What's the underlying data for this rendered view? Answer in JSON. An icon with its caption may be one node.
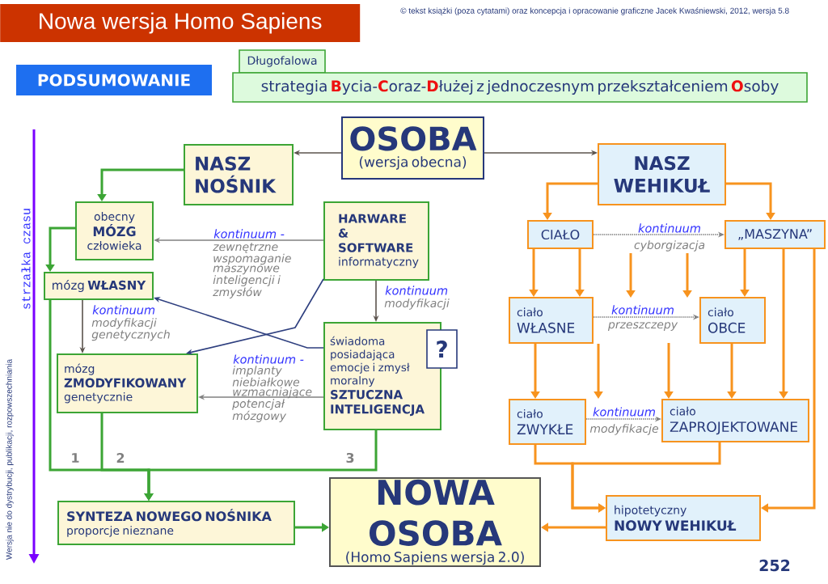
{
  "diagram": {
    "title": "Nowa wersja Homo Sapiens",
    "nodes": [
      {
        "text": [
          "PODSUMOWANIE"
        ]
      },
      {
        "text": [
          "Długofalowa"
        ]
      },
      {
        "text": [
          "strategia  **B**ycia-**C**oraz-**D**łużej  z jednoczesnym przekształceniem **O**soby"
        ]
      },
      {
        "text": [
          "OSOBA",
          "(wersja obecna)"
        ]
      },
      {
        "text": [
          "NASZ NOŚNIK"
        ]
      },
      {
        "text": [
          "NASZ WEHIKUŁ"
        ]
      },
      {
        "text": [
          "obecny",
          "MÓZG",
          "człowieka"
        ]
      },
      {
        "text": [
          "HARWARE & SOFTWARE",
          "informatyczny"
        ]
      },
      {
        "text": [
          "CIAŁO"
        ]
      },
      {
        "text": [
          "„MASZYNA”"
        ]
      },
      {
        "text": [
          "mózg **WŁASNY**"
        ]
      },
      {
        "text": [
          "ciało",
          "WŁASNE"
        ]
      },
      {
        "text": [
          "ciało",
          "OBCE"
        ]
      },
      {
        "text": [
          "świadoma posiadająca emocje i zmysł moralny",
          "SZTUCZNA INTELIGENCJA"
        ]
      },
      {
        "text": [
          "?"
        ]
      },
      {
        "text": [
          "mózg",
          "ZMODYFIKOWANY",
          "genetycznie"
        ]
      },
      {
        "text": [
          "ciało",
          "ZWYKŁE"
        ]
      },
      {
        "text": [
          "ciało",
          "ZAPROJEKTOWANE"
        ]
      },
      {
        "text": [
          "SYNTEZA NOWEGO NOŚNIKA",
          "proporcje nieznane"
        ]
      },
      {
        "text": [
          "NOWA OSOBA",
          "(Homo Sapiens wersja 2.0)"
        ]
      },
      {
        "text": [
          "hipotetyczny",
          "NOWY WEHIKUŁ"
        ]
      }
    ],
    "edges": [
      {
        "from": 3,
        "to": 4,
        "arrow": "to",
        "color": "#5b534d"
      },
      {
        "from": 3,
        "to": 5,
        "arrow": "to",
        "color": "#5b534d"
      },
      {
        "from": 4,
        "to": 6,
        "arrow": "to",
        "color": "#3ca535"
      },
      {
        "from": 6,
        "to": 10,
        "arrow": "to",
        "color": "#3ca535"
      },
      {
        "from": 7,
        "to": 6,
        "arrow": "to",
        "label": "kontinuum -",
        "color": "#808080"
      },
      {
        "from": 7,
        "to": 15,
        "arrow": "to",
        "color": "#2e3f7f"
      },
      {
        "from": 13,
        "to": 10,
        "arrow": "to",
        "label": "kontinuum -",
        "color": "#2e3f7f"
      },
      {
        "from": 13,
        "to": 15,
        "arrow": "to",
        "color": "#808080"
      },
      {
        "from": 10,
        "to": 15,
        "arrow": "to",
        "label": "kontinuum",
        "color": "#5b534d"
      },
      {
        "from": 7,
        "to": 13,
        "arrow": "to",
        "label": "kontinuum",
        "color": "#5b534d"
      },
      {
        "from": 10,
        "to": 18,
        "arrow": "to",
        "color": "#3ca535"
      },
      {
        "from": 15,
        "to": 18,
        "arrow": "to",
        "color": "#3ca535"
      },
      {
        "from": 13,
        "to": 18,
        "arrow": "to",
        "color": "#3ca535"
      },
      {
        "from": 18,
        "to": 19,
        "arrow": "to",
        "color": "#3ca535"
      },
      {
        "from": 5,
        "to": 8,
        "arrow": "to"
      },
      {
        "from": 5,
        "to": 9,
        "arrow": "to"
      },
      {
        "from": 8,
        "to": 9,
        "arrow": "to",
        "label": "kontinuum",
        "style": "dashed",
        "color": "#808080"
      },
      {
        "from": 8,
        "to": 11,
        "arrow": "to"
      },
      {
        "from": 8,
        "to": 11,
        "arrow": "to"
      },
      {
        "from": 11,
        "to": 12,
        "arrow": "to",
        "label": "kontinuum",
        "style": "dashed",
        "color": "#808080"
      },
      {
        "from": 9,
        "to": 12,
        "arrow": "to"
      },
      {
        "from": 11,
        "to": 16,
        "arrow": "to"
      },
      {
        "from": 16,
        "to": 17,
        "arrow": "to",
        "label": "kontinuum",
        "style": "dashed",
        "color": "#808080"
      },
      {
        "from": 12,
        "to": 17,
        "arrow": "to"
      },
      {
        "from": 9,
        "to": 17,
        "arrow": "to"
      },
      {
        "from": 9,
        "to": 20,
        "arrow": "to"
      },
      {
        "from": 16,
        "to": 20,
        "arrow": "to"
      },
      {
        "from": 17,
        "to": 20,
        "arrow": "to"
      },
      {
        "from": 20,
        "to": 19,
        "arrow": "to"
      },
      {
        "from": null,
        "to": 17,
        "arrow": "to"
      },
      {
        "from": 11,
        "to": null,
        "arrow": "to"
      }
    ],
    "labels": [
      "© tekst książki (poza cytatami) oraz koncepcja i opracowanie graficzne Jacek Kwaśniewski, 2012,  wersja 5.8",
      "strzałka czasu",
      "zewnętrzne wspomaganie maszynowe inteligencji i zmysłów",
      "cyborgizacja",
      "modyfikacji",
      "modyfikacji genetycznych",
      "przeszczepy",
      "implanty niebiałkowe wzmacniające potencjał mózgowy",
      "modyfikacje",
      "1",
      "2",
      "3",
      "Wersja nie do dystrybucji, publikacji, rozpowszechniania",
      "252"
    ]
  }
}
